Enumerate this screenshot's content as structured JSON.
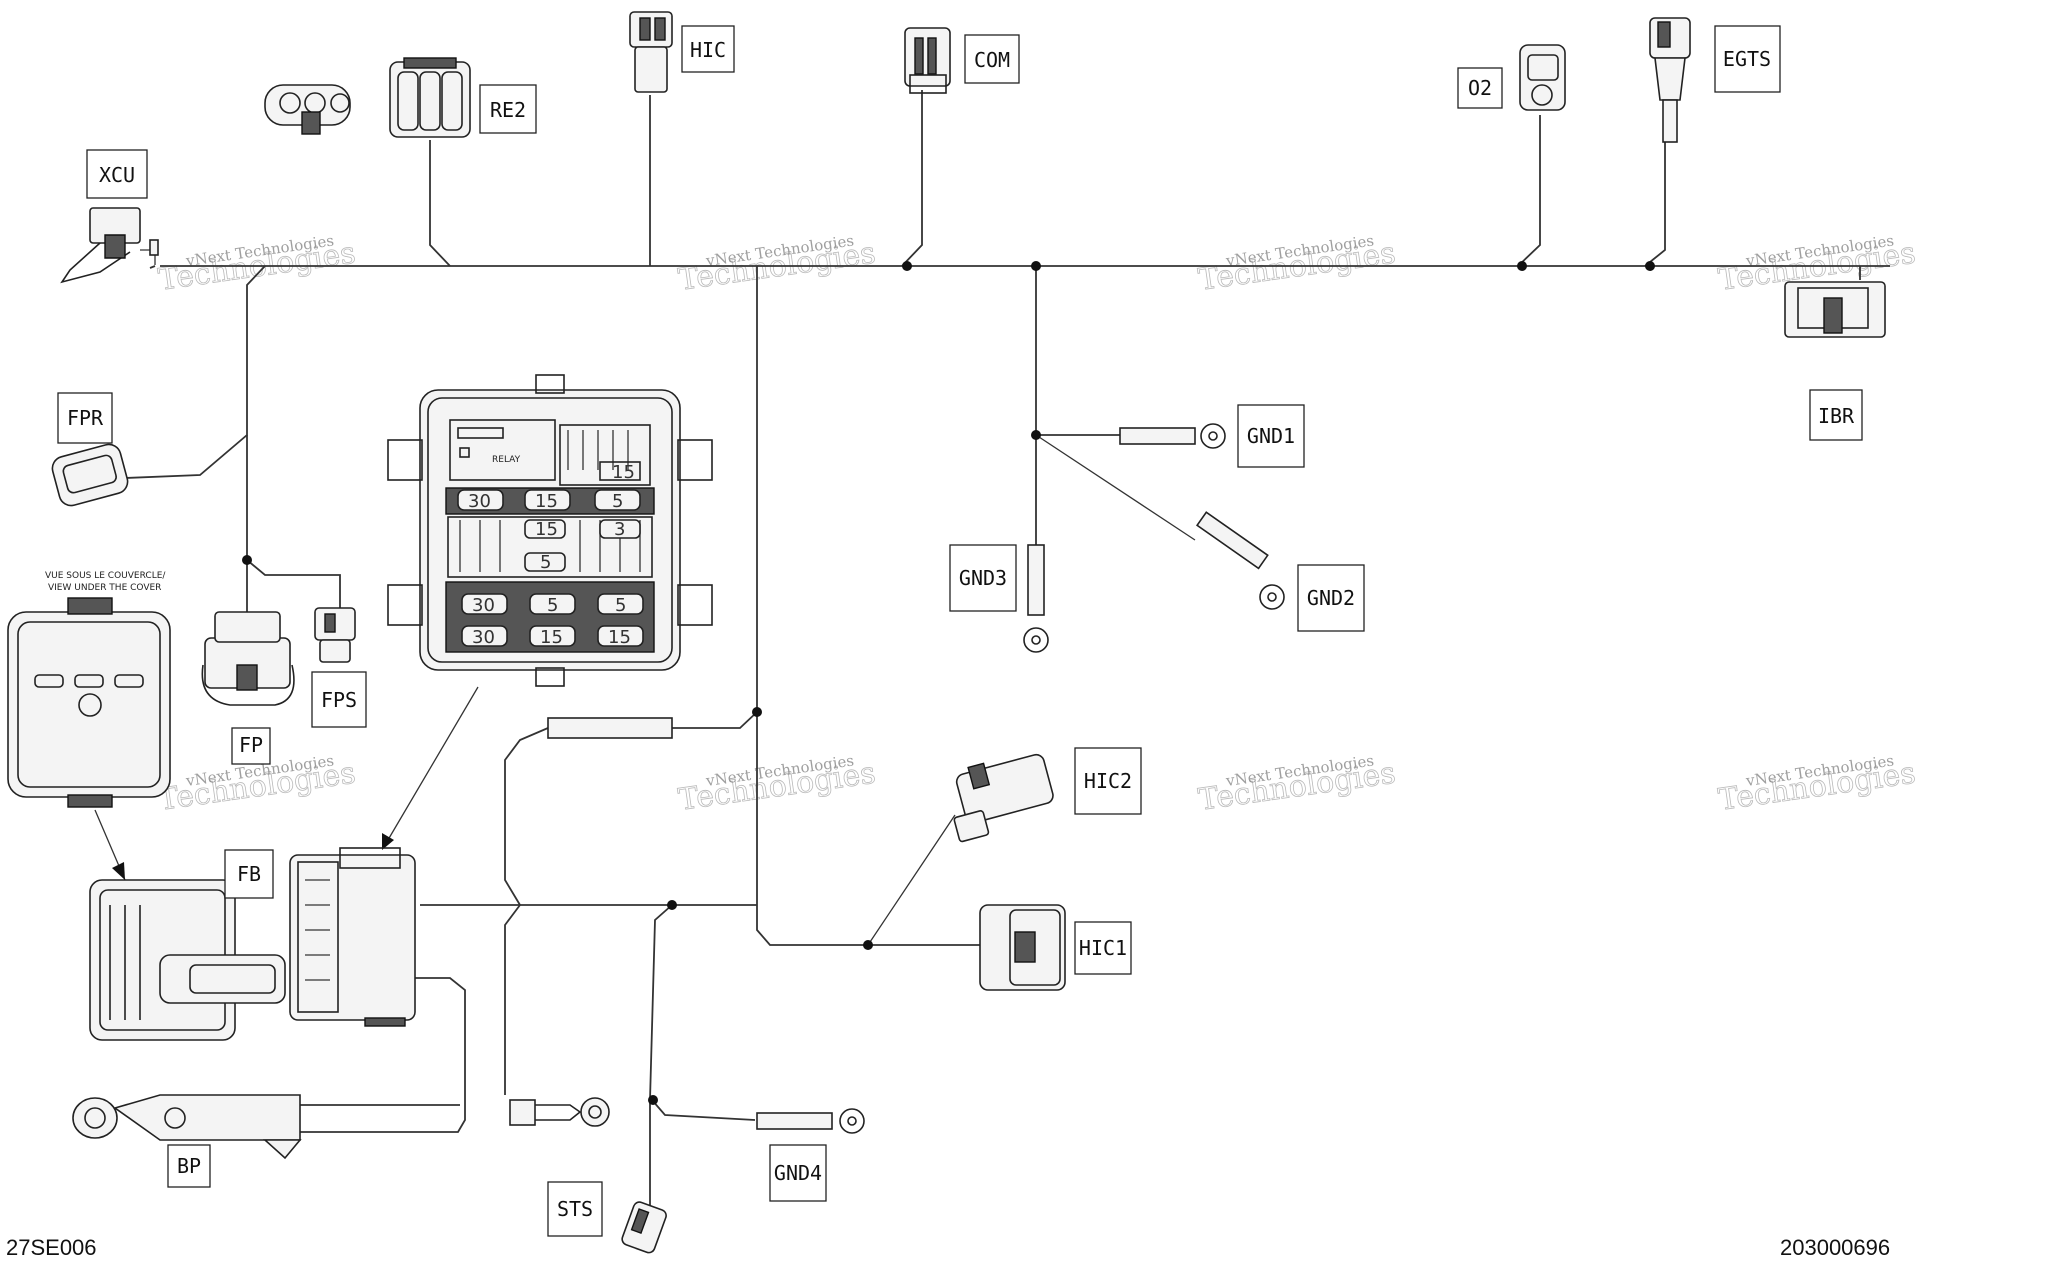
{
  "diagram": {
    "labels": {
      "xcu": "XCU",
      "re2": "RE2",
      "hic": "HIC",
      "com": "COM",
      "o2": "O2",
      "egts": "EGTS",
      "ibr": "IBR",
      "fpr": "FPR",
      "gnd1": "GND1",
      "gnd2": "GND2",
      "gnd3": "GND3",
      "fps": "FPS",
      "fp": "FP",
      "fb": "FB",
      "hic2": "HIC2",
      "hic1": "HIC1",
      "bp": "BP",
      "sts": "STS",
      "gnd4": "GND4"
    },
    "fusebox": {
      "relay_label": "RELAY",
      "fuses": [
        "30",
        "15",
        "5",
        "15",
        "3",
        "5",
        "30",
        "5",
        "5",
        "30",
        "15",
        "15",
        "15"
      ]
    },
    "cover": {
      "caption_line1": "VUE SOUS LE COUVERCLE/",
      "caption_line2": "VIEW UNDER THE COVER"
    },
    "watermark": {
      "line1": "vNext Technologies",
      "line2": "Technologies"
    },
    "ref_left": "27SE006",
    "ref_right": "203000696"
  }
}
